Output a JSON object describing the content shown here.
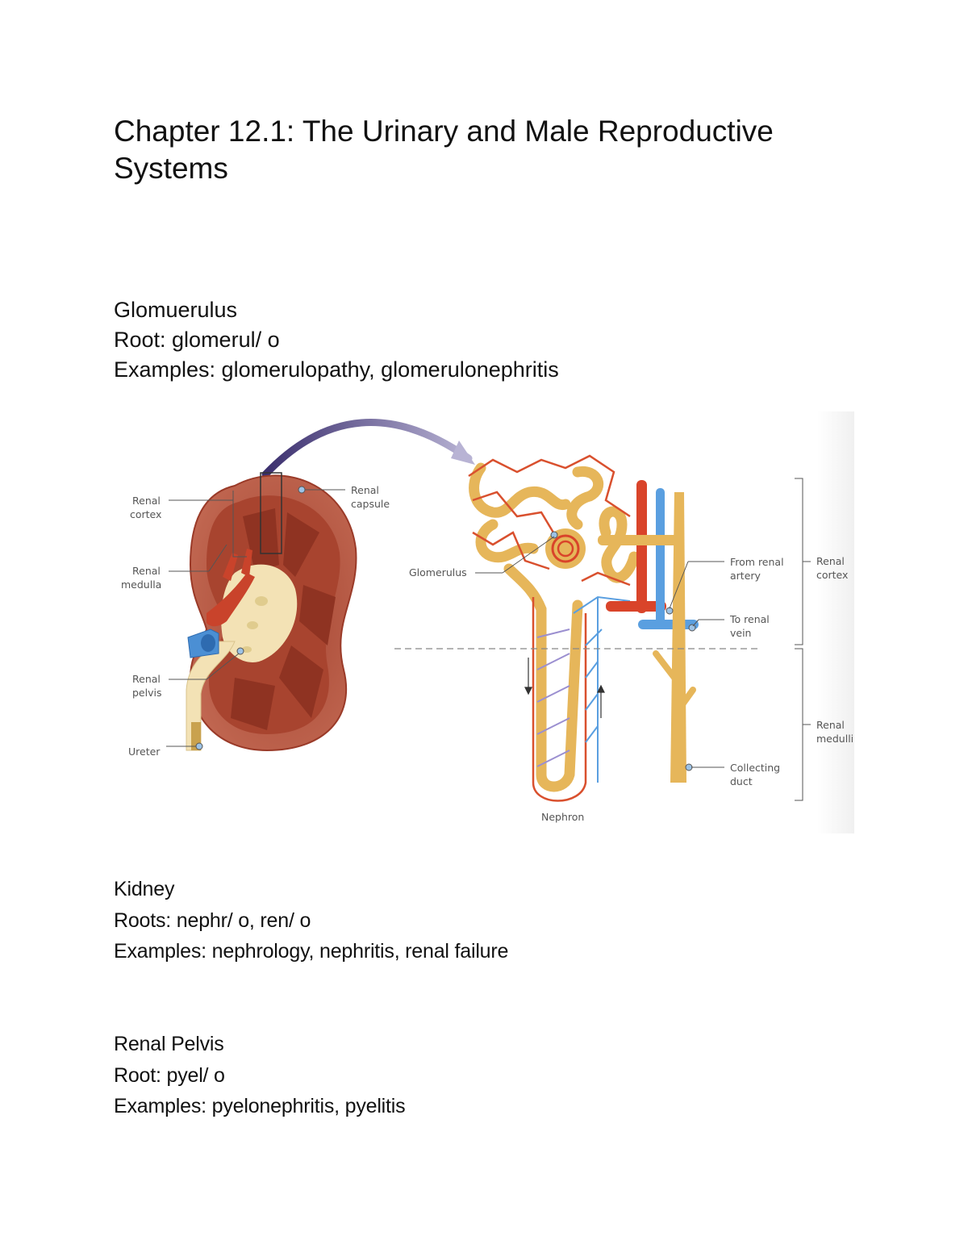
{
  "document": {
    "title": "Chapter 12.1: The Urinary and Male Reproductive Systems",
    "sections": [
      {
        "term": "Glomuerulus",
        "root": "Root: glomerul/ o",
        "examples": "Examples: glomerulopathy, glomerulonephritis"
      },
      {
        "term": "Kidney",
        "root": "Roots: nephr/ o, ren/ o",
        "examples": "Examples: nephrology, nephritis, renal failure"
      },
      {
        "term": "Renal Pelvis",
        "root": "Root: pyel/ o",
        "examples": "Examples: pyelonephritis, pyelitis"
      }
    ]
  },
  "figure": {
    "kidney_labels": {
      "renal_cortex": [
        "Renal",
        "cortex"
      ],
      "renal_capsule": [
        "Renal",
        "capsule"
      ],
      "renal_medulla": [
        "Renal",
        "medulla"
      ],
      "renal_pelvis": [
        "Renal",
        "pelvis"
      ],
      "ureter": "Ureter"
    },
    "nephron_labels": {
      "glomerulus": "Glomerulus",
      "from_renal_artery": [
        "From renal",
        "artery"
      ],
      "to_renal_vein": [
        "To renal",
        "vein"
      ],
      "collecting_duct": [
        "Collecting",
        "duct"
      ],
      "nephron": "Nephron",
      "renal_cortex": [
        "Renal",
        "cortex"
      ],
      "renal_medulla": [
        "Renal",
        "medulli"
      ]
    },
    "colors": {
      "cortex": "#b5533f",
      "medulla": "#a0402e",
      "pelvis": "#f3e2b5",
      "artery": "#d9442a",
      "vein": "#4b8fd4",
      "tubule": "#e8b85a",
      "arrow": "#4a3d7a"
    }
  }
}
